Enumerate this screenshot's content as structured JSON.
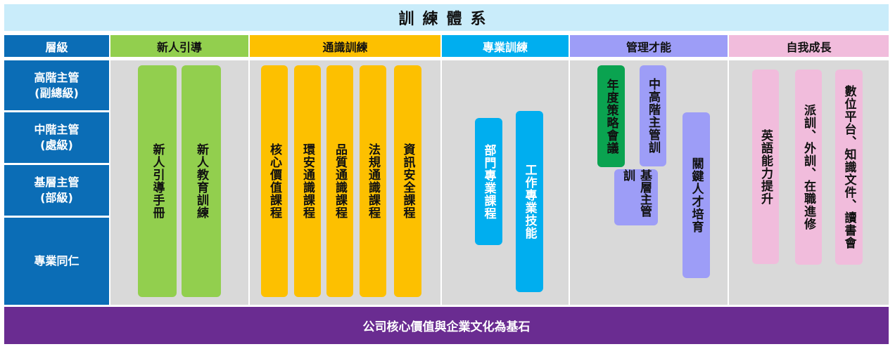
{
  "title": "訓練體系",
  "headers": {
    "level": "層級",
    "col1": "新人引導",
    "col2": "通識訓練",
    "col3": "專業訓練",
    "col4": "管理才能",
    "col5": "自我成長"
  },
  "levels": [
    {
      "line1": "高階主管",
      "line2": "(副總級)"
    },
    {
      "line1": "中階主管",
      "line2": "(處級)"
    },
    {
      "line1": "基層主管",
      "line2": "(部級)"
    },
    {
      "line1": "專業同仁",
      "line2": ""
    }
  ],
  "orientation": {
    "handbook": "新人引導手冊",
    "education": "新人教育訓練"
  },
  "general": {
    "core_values": "核心價值課程",
    "env_safety": "環安通識課程",
    "quality": "品質通識課程",
    "legal": "法規通識課程",
    "infosec": "資訊安全課程"
  },
  "professional": {
    "department": "部門專業課程",
    "work_skills": "工作專業技能"
  },
  "management": {
    "annual_strategy": "年度策略會議",
    "mid_senior": "中高階主管訓",
    "basic_line1": "基層",
    "basic_line2": "主管訓",
    "key_talent": "關鍵人才培育"
  },
  "growth": {
    "english": "英語能力提升",
    "external": "派訓、外訓、在職進修",
    "digital": "數位平台、知識文件、讀書會"
  },
  "footer": "公司核心價值與企業文化為基石",
  "colors": {
    "title_bg": "#c9ecfa",
    "level_blue": "#0b6db6",
    "orientation_green": "#92cf4e",
    "general_gold": "#fdc000",
    "professional_blue": "#00aeef",
    "strategy_green": "#0aa350",
    "management_purple": "#9d9df7",
    "growth_pink": "#f1bcdc",
    "footer_purple": "#6a2c91",
    "panel_gray": "#d9d9d9"
  }
}
